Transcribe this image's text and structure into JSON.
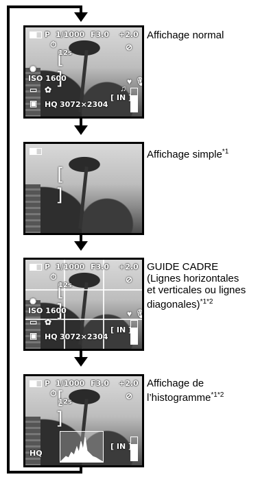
{
  "steps": [
    {
      "caption": "Affichage normal",
      "caption_sup": "",
      "osd": {
        "mode": "P",
        "shutter": "1/1000",
        "aperture": "F3.0",
        "exposure": "+2.0",
        "self_timer": "12s",
        "iso": "ISO 1600",
        "quality": "HQ",
        "resolution": "3072×2304",
        "frames": "[ IN ]",
        "battery_icon": "battery-icon"
      }
    },
    {
      "caption": "Affichage simple",
      "caption_sup": "*1"
    },
    {
      "caption_lines": [
        "GUIDE CADRE",
        "(Lignes horizontales",
        "et verticales ou lignes",
        "diagonales)"
      ],
      "caption_sup": "*1*2",
      "osd": {
        "mode": "P",
        "shutter": "1/1000",
        "aperture": "F3.0",
        "exposure": "+2.0",
        "self_timer": "12s",
        "iso": "ISO 1600",
        "quality": "HQ",
        "resolution": "3072×2304",
        "frames": "[ IN ]"
      }
    },
    {
      "caption_lines": [
        "Affichage de",
        "l’histogramme"
      ],
      "caption_sup": "*1*2",
      "osd": {
        "mode": "P",
        "shutter": "1/1000",
        "aperture": "F3.0",
        "exposure": "+2.0",
        "self_timer": "12s",
        "quality": "HQ",
        "frames": "[ IN ]"
      }
    }
  ]
}
